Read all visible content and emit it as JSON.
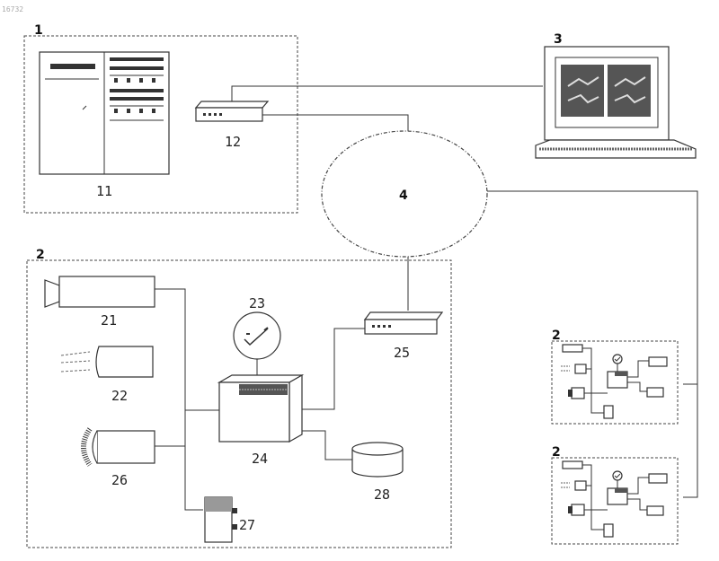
{
  "corner_text": "16732",
  "labels": {
    "station1": "1",
    "station2": "2",
    "laptop": "3",
    "network": "4",
    "rack": "11",
    "router1": "12",
    "camera": "21",
    "light": "22",
    "clock": "23",
    "server": "24",
    "router2": "25",
    "microphone": "26",
    "module": "27",
    "storage": "28",
    "mini_station_a": "2",
    "mini_station_b": "2"
  }
}
